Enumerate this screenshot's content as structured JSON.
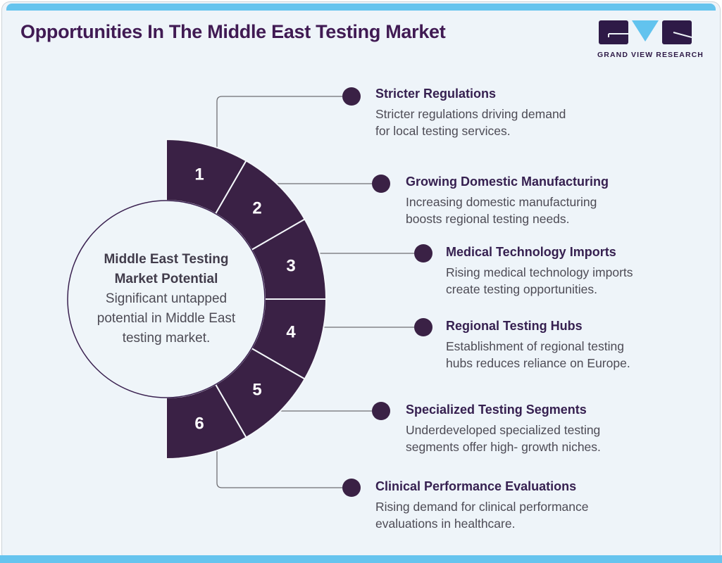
{
  "header": {
    "title": "Opportunities In The Middle East Testing Market",
    "logo_caption": "GRAND VIEW RESEARCH"
  },
  "center_circle": {
    "heading": "Middle East Testing Market Potential",
    "body": "Significant untapped potential in Middle East testing market."
  },
  "callouts": [
    {
      "number": "1",
      "title": "Stricter Regulations",
      "body": "Stricter regulations driving demand for local testing services."
    },
    {
      "number": "2",
      "title": "Growing Domestic Manufacturing",
      "body": "Increasing domestic manufacturing boosts regional testing needs."
    },
    {
      "number": "3",
      "title": "Medical Technology Imports",
      "body": "Rising medical technology imports create testing opportunities."
    },
    {
      "number": "4",
      "title": "Regional Testing Hubs",
      "body": "Establishment of regional testing hubs reduces reliance on Europe."
    },
    {
      "number": "5",
      "title": "Specialized Testing Segments",
      "body": "Underdeveloped specialized testing segments offer high- growth niches."
    },
    {
      "number": "6",
      "title": "Clinical Performance Evaluations",
      "body": "Rising demand for clinical performance evaluations in healthcare."
    }
  ],
  "chart_data": {
    "type": "pie",
    "shape": "semicircle-donut",
    "title": "Middle East Testing Market Potential",
    "categories": [
      "1",
      "2",
      "3",
      "4",
      "5",
      "6"
    ],
    "values": [
      1,
      1,
      1,
      1,
      1,
      1
    ],
    "segment_labels": [
      "Stricter Regulations",
      "Growing Domestic Manufacturing",
      "Medical Technology Imports",
      "Regional Testing Hubs",
      "Specialized Testing Segments",
      "Clinical Performance Evaluations"
    ],
    "legend_position": "none"
  },
  "colors": {
    "segment_purple": "#3a2145",
    "accent_blue": "#66c4ee",
    "title_purple": "#401a53",
    "body_gray": "#4d4b55",
    "card_background": "#eef4f9"
  }
}
